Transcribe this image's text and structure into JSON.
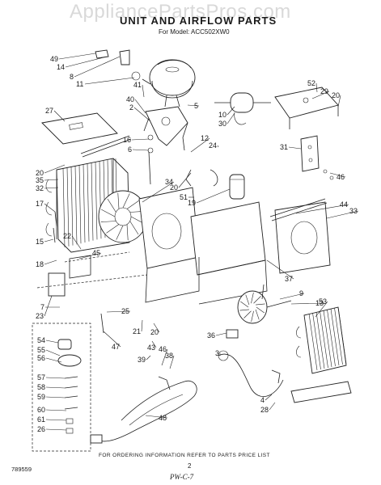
{
  "watermark": "AppliancePartsPros.com",
  "title": "UNIT AND AIRFLOW PARTS",
  "subtitle": "For Model: ACC502XW0",
  "footer_note": "FOR ORDERING INFORMATION REFER TO PARTS PRICE LIST",
  "page_number": "2",
  "figure_number": "789559",
  "handwritten_note": "PW-C-7",
  "callouts": [
    "49",
    "14",
    "8",
    "11",
    "41",
    "40",
    "2",
    "5",
    "10",
    "30",
    "52",
    "29",
    "20",
    "27",
    "16",
    "6",
    "12",
    "24",
    "31",
    "20",
    "35",
    "32",
    "34",
    "20",
    "51",
    "19",
    "46",
    "17",
    "22",
    "44",
    "33",
    "15",
    "18",
    "45",
    "37",
    "9",
    "13",
    "23",
    "7",
    "25",
    "21",
    "20",
    "43",
    "53",
    "54",
    "55",
    "56",
    "57",
    "58",
    "59",
    "60",
    "61",
    "26",
    "47",
    "39",
    "46",
    "38",
    "36",
    "3",
    "4",
    "28",
    "48"
  ]
}
